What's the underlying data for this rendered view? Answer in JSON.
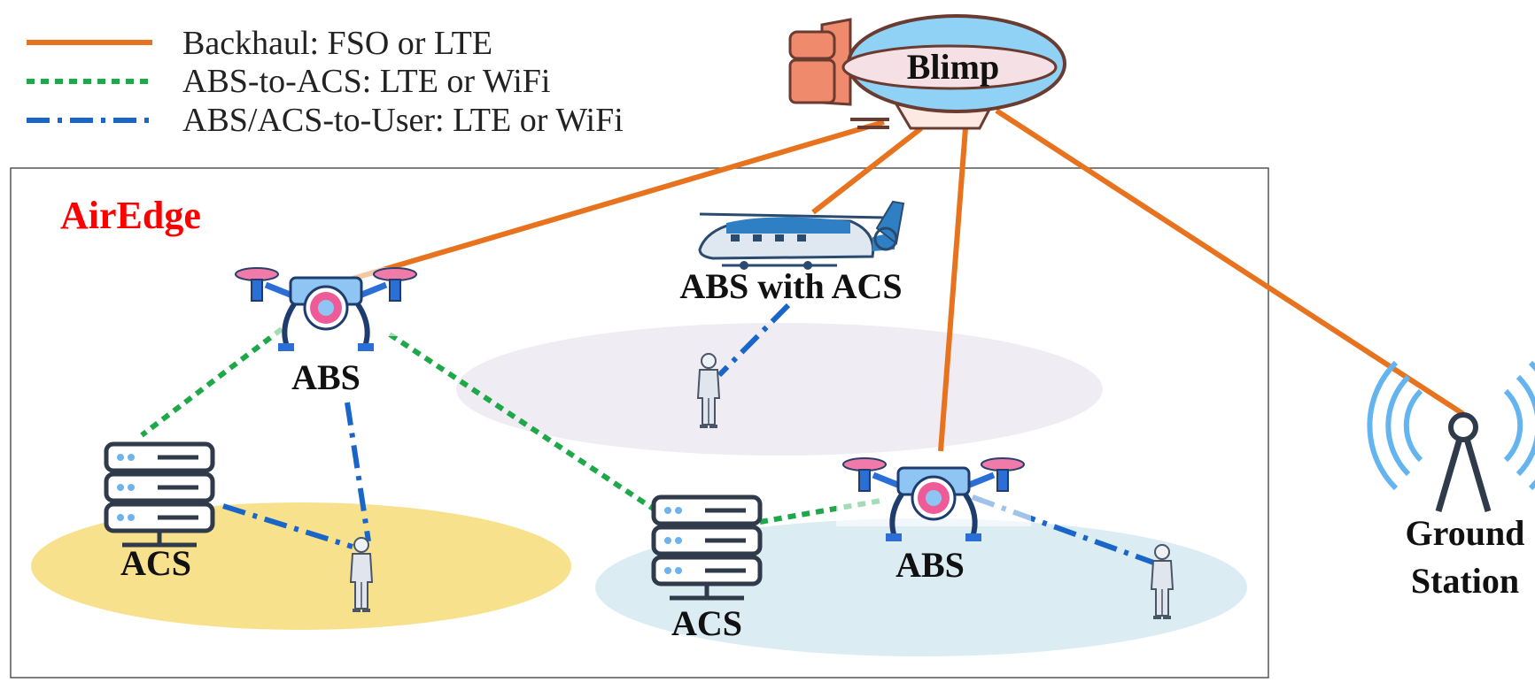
{
  "legend": {
    "backhaul": "Backhaul: FSO or LTE",
    "abs_to_acs": "ABS-to-ACS: LTE or WiFi",
    "abs_acs_to_user": "ABS/ACS-to-User: LTE or WiFi"
  },
  "region_title": "AirEdge",
  "labels": {
    "blimp": "Blimp",
    "abs_with_acs": "ABS with ACS",
    "abs_left": "ABS",
    "abs_right": "ABS",
    "acs_left": "ACS",
    "acs_mid": "ACS",
    "ground_station_line1": "Ground",
    "ground_station_line2": "Station"
  },
  "colors": {
    "backhaul": "#e8731e",
    "abs_to_acs": "#1fa84a",
    "user_link": "#1a66c8",
    "region_title": "#ff0000"
  }
}
